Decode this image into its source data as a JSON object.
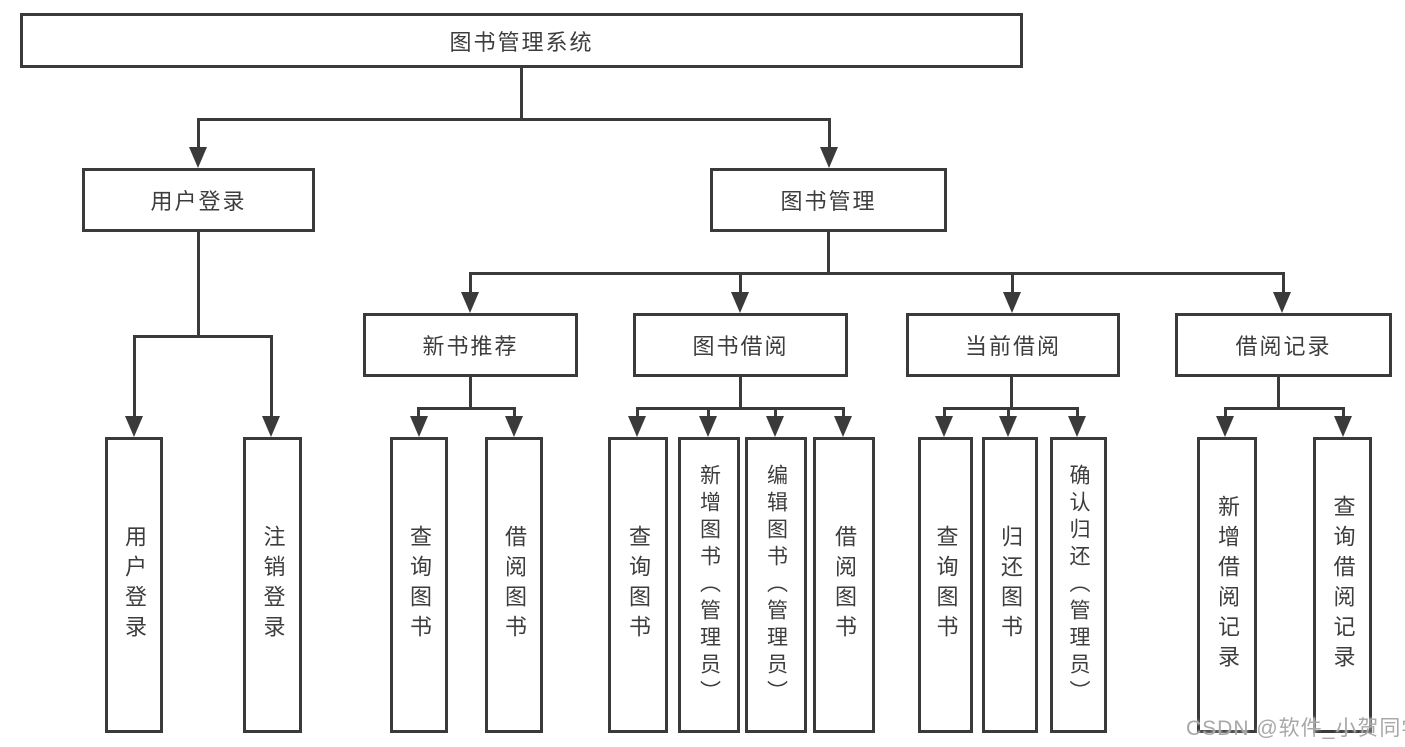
{
  "tree": {
    "root": {
      "label": "图书管理系统"
    },
    "branches": {
      "user_login": {
        "label": "用户登录",
        "children": {
          "login": {
            "label": "用户登录"
          },
          "logout": {
            "label": "注销登录"
          }
        }
      },
      "book_management": {
        "label": "图书管理",
        "children": {
          "new_book_recommend": {
            "label": "新书推荐",
            "children": {
              "search_books": {
                "label": "查询图书"
              },
              "borrow_books": {
                "label": "借阅图书"
              }
            }
          },
          "book_borrowing": {
            "label": "图书借阅",
            "children": {
              "search_books": {
                "label": "查询图书"
              },
              "add_books_admin": {
                "label": "新增图书（管理员）"
              },
              "edit_books_admin": {
                "label": "编辑图书（管理员）"
              },
              "borrow_books": {
                "label": "借阅图书"
              }
            }
          },
          "current_borrowing": {
            "label": "当前借阅",
            "children": {
              "search_books": {
                "label": "查询图书"
              },
              "return_books": {
                "label": "归还图书"
              },
              "confirm_return_admin": {
                "label": "确认归还（管理员）"
              }
            }
          },
          "borrowing_records": {
            "label": "借阅记录",
            "children": {
              "add_borrow_record": {
                "label": "新增借阅记录"
              },
              "search_borrow_record": {
                "label": "查询借阅记录"
              }
            }
          }
        }
      }
    }
  },
  "watermark": {
    "text": "CSDN @软件_小贺同学"
  },
  "colors": {
    "line": "#3a3a3a",
    "text": "#3d3d3d",
    "watermark": "#a8a8a8",
    "background": "#ffffff"
  }
}
